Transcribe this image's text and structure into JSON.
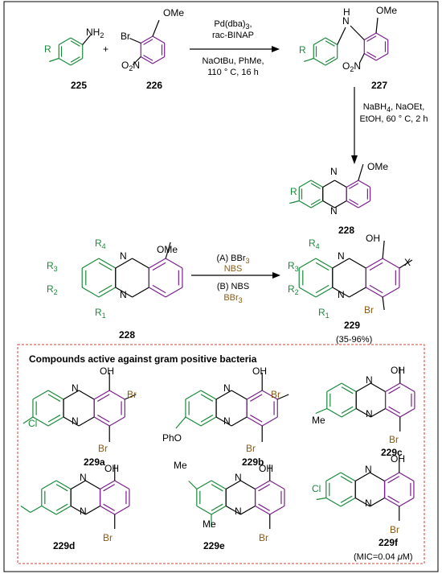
{
  "colors": {
    "green": "#1a8a3a",
    "purple": "#7a1f8c",
    "brown": "#8a5a12",
    "frame": "#000000",
    "dashed_box": "#d9423a"
  },
  "step1": {
    "r": "R",
    "nh2": "NH",
    "nh2_sub": "2",
    "plus": "+",
    "br": "Br",
    "ome": "OMe",
    "o2n_o": "O",
    "o2n_2": "2",
    "o2n_n": "N",
    "nh": "H",
    "n": "N",
    "label_225": "225",
    "label_226": "226",
    "label_227": "227",
    "cond1": "Pd(dba)",
    "cond1_sub": "3",
    "cond1_end": ",",
    "cond2": "rac-BINAP",
    "cond3": "NaOtBu, PhMe,",
    "cond4": "110 ° C, 16 h"
  },
  "step2": {
    "cond1": "NaBH",
    "cond1_sub": "4",
    "cond1_end": ", NaOEt,",
    "cond2": "EtOH, 60 ° C, 2 h",
    "label_228": "228"
  },
  "step3": {
    "r1": "R",
    "r1_sub": "1",
    "r2": "R",
    "r2_sub": "2",
    "r3": "R",
    "r3_sub": "3",
    "r4": "R",
    "r4_sub": "4",
    "ome": "OMe",
    "oh": "OH",
    "x": "X",
    "br": "Br",
    "cond_a": "(A) BBr",
    "cond_a_sub": "3",
    "cond_a2": "NBS",
    "cond_b": "(B) NBS",
    "cond_b2": "BBr",
    "cond_b2_sub": "3",
    "label_228": "228",
    "label_229": "229",
    "yield": "(35-96%)"
  },
  "box": {
    "title": "Compounds active against gram positive bacteria",
    "cl": "Cl",
    "pho": "PhO",
    "me": "Me",
    "oh": "OH",
    "br": "Br",
    "n": "N",
    "labels": [
      "229a",
      "229b",
      "229c",
      "229d",
      "229e",
      "229f"
    ],
    "mic_pre": "(MIC=0.04 ",
    "mic_mu": "μ",
    "mic_post": "M)"
  }
}
